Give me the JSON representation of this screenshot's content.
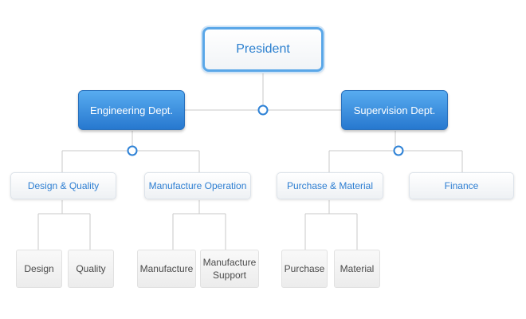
{
  "colors": {
    "accent": "#2d7ed2",
    "dept_fill": "#3b8fe0",
    "connector": "#c9c9c9",
    "leaf_text": "#4a4a4a"
  },
  "org": {
    "president": "President",
    "engineering": {
      "name": "Engineering Dept.",
      "divisions": [
        {
          "name": "Design & Quality",
          "units": [
            "Design",
            "Quality"
          ]
        },
        {
          "name": "Manufacture Operation",
          "units": [
            "Manufacture",
            "Manufacture Support"
          ]
        }
      ]
    },
    "supervision": {
      "name": "Supervision Dept.",
      "divisions": [
        {
          "name": "Purchase & Material",
          "units": [
            "Purchase",
            "Material"
          ]
        },
        {
          "name": "Finance",
          "units": []
        }
      ]
    }
  }
}
